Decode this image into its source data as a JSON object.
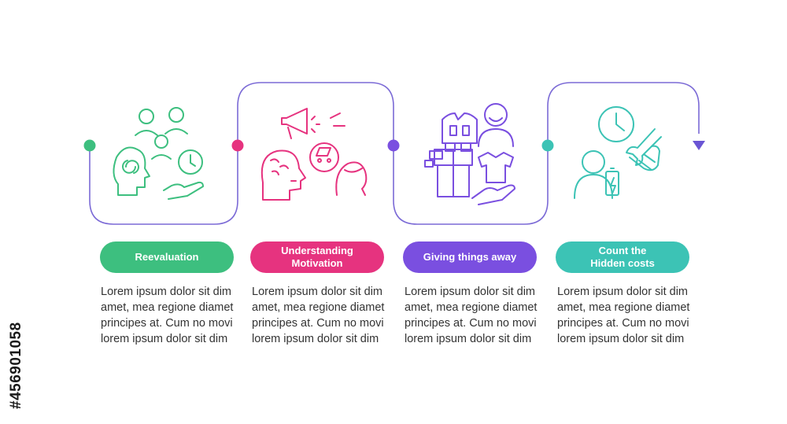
{
  "watermark": {
    "side_id": "#456901058"
  },
  "colors": {
    "frame": "#7b6ad6",
    "green": "#3dbf7f",
    "magenta": "#e6337f",
    "purple": "#7a4fe0",
    "teal": "#3cc3b5"
  },
  "steps": [
    {
      "label": "Reevaluation",
      "color": "#3dbf7f",
      "icon": "reevaluation-icon",
      "desc": [
        "Lorem ipsum dolor sit dim",
        "amet, mea regione diamet",
        "principes at. Cum no movi",
        "lorem ipsum dolor sit dim"
      ]
    },
    {
      "label": "Understanding Motivation",
      "color": "#e6337f",
      "icon": "motivation-icon",
      "desc": [
        "Lorem ipsum dolor sit dim",
        "amet, mea regione diamet",
        "principes at. Cum no movi",
        "lorem ipsum dolor sit dim"
      ]
    },
    {
      "label": "Giving things away",
      "color": "#7a4fe0",
      "icon": "giving-away-icon",
      "desc": [
        "Lorem ipsum dolor sit dim",
        "amet, mea regione diamet",
        "principes at. Cum no movi",
        "lorem ipsum dolor sit dim"
      ]
    },
    {
      "label": "Count the Hidden costs",
      "color": "#3cc3b5",
      "icon": "hidden-costs-icon",
      "desc": [
        "Lorem ipsum dolor sit dim",
        "amet, mea regione diamet",
        "principes at. Cum no movi",
        "lorem ipsum dolor sit dim"
      ]
    }
  ]
}
